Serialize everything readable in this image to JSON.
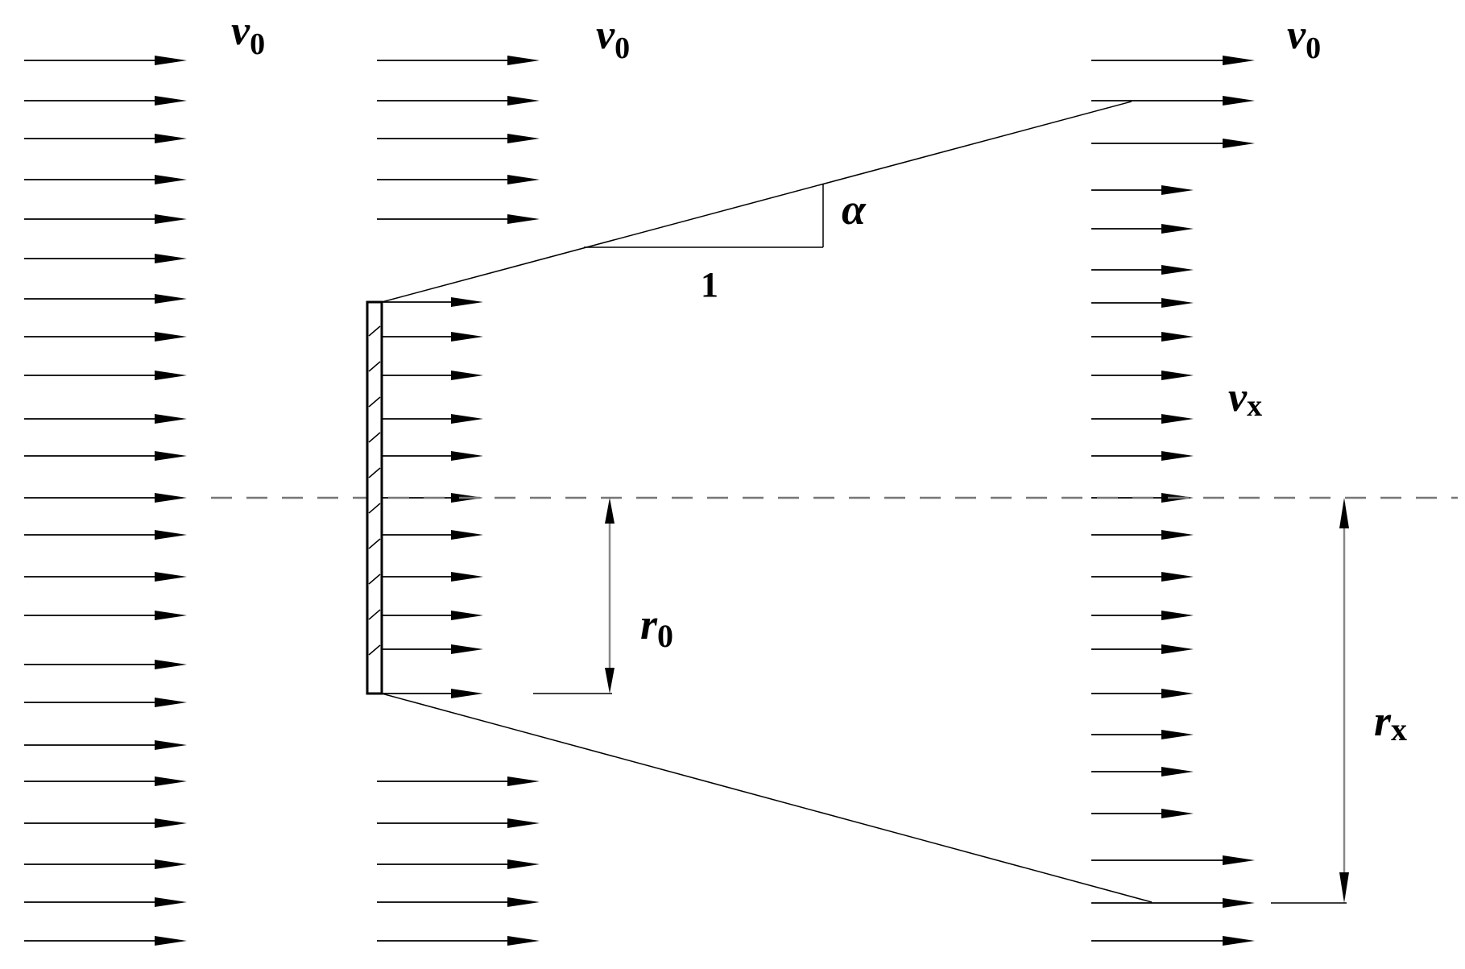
{
  "labels": {
    "v0_main": "v",
    "v0_sub": "0",
    "vx_main": "v",
    "vx_sub": "x",
    "r0_main": "r",
    "r0_sub": "0",
    "rx_main": "r",
    "rx_sub": "x",
    "alpha": "α",
    "one": "1"
  },
  "colors": {
    "line": "#000000",
    "centerline": "#777777",
    "dimension": "#888888"
  }
}
